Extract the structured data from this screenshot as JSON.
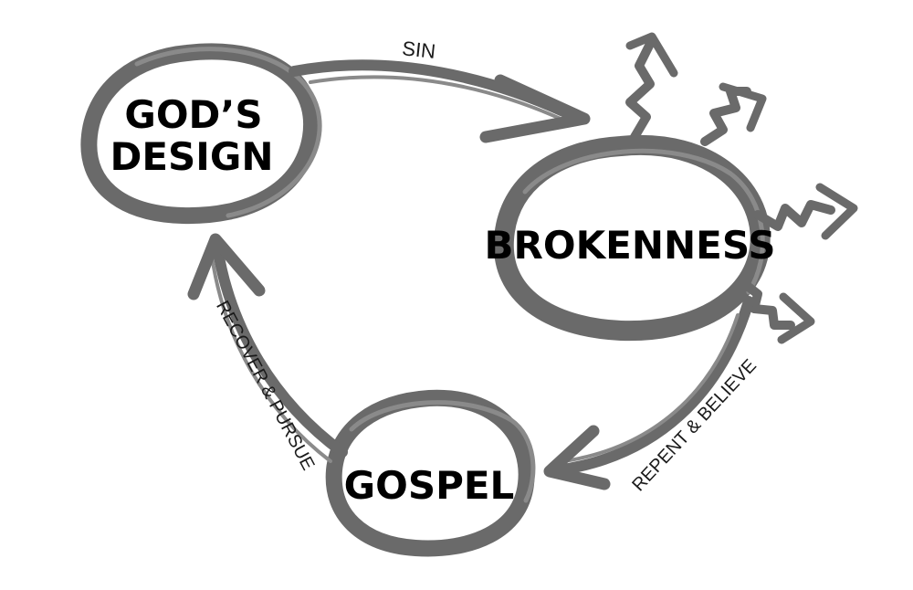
{
  "colors": {
    "ink": "#6a6a6a",
    "ink_light": "#8a8a8a",
    "text": "#000000",
    "background": "#ffffff"
  },
  "nodes": {
    "gods_design": {
      "line1": "GOD’S",
      "line2": "DESIGN"
    },
    "brokenness": {
      "label": "BROKENNESS"
    },
    "gospel": {
      "label": "GOSPEL"
    }
  },
  "edges": {
    "sin": {
      "label": "SIN"
    },
    "repent_believe": {
      "label": "REPENT & BELIEVE"
    },
    "recover_pursue": {
      "label": "RECOVER & PURSUE"
    }
  }
}
